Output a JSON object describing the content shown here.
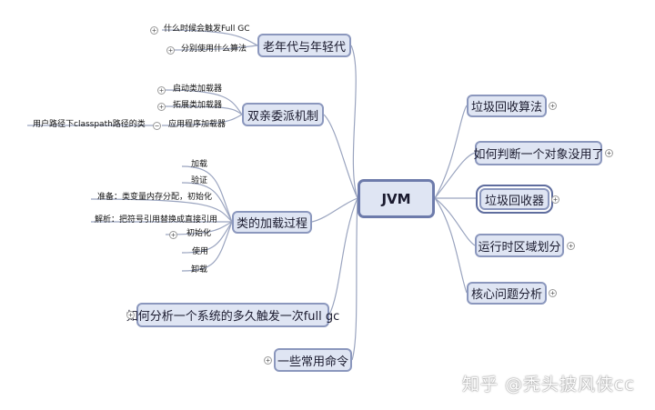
{
  "center": {
    "label": "JVM"
  },
  "left_topics": {
    "old_young": {
      "label": "老年代与年轻代",
      "children": [
        "什么时候会触发Full GC",
        "分别使用什么算法"
      ]
    },
    "parent_delegation": {
      "label": "双亲委派机制",
      "children": [
        "启动类加载器",
        "拓展类加载器",
        "应用程序加载器"
      ],
      "grandchild": "用户路径下classpath路径的类"
    },
    "class_loading": {
      "label": "类的加载过程",
      "children": [
        "加载",
        "验证",
        "准备：类变量内存分配，初始化",
        "解析：把符号引用替换成直接引用",
        "初始化",
        "使用",
        "卸载"
      ]
    },
    "full_gc_analysis": {
      "label": "如何分析一个系统的多久触发一次full gc"
    },
    "commands": {
      "label": "一些常用命令"
    }
  },
  "right_topics": [
    {
      "label": "垃圾回收算法"
    },
    {
      "label": "如何判断一个对象没用了"
    },
    {
      "label": "垃圾回收器"
    },
    {
      "label": "运行时区域划分"
    },
    {
      "label": "核心问题分析"
    }
  ],
  "expand_symbol": "+",
  "collapse_symbol": "−",
  "watermark": "知乎 @秃头披风侠cc",
  "colors": {
    "line": "#9aa4bf",
    "node_fill": "#dfe5f3",
    "node_border": "#8b97bd",
    "center_border": "#6d7bab"
  }
}
